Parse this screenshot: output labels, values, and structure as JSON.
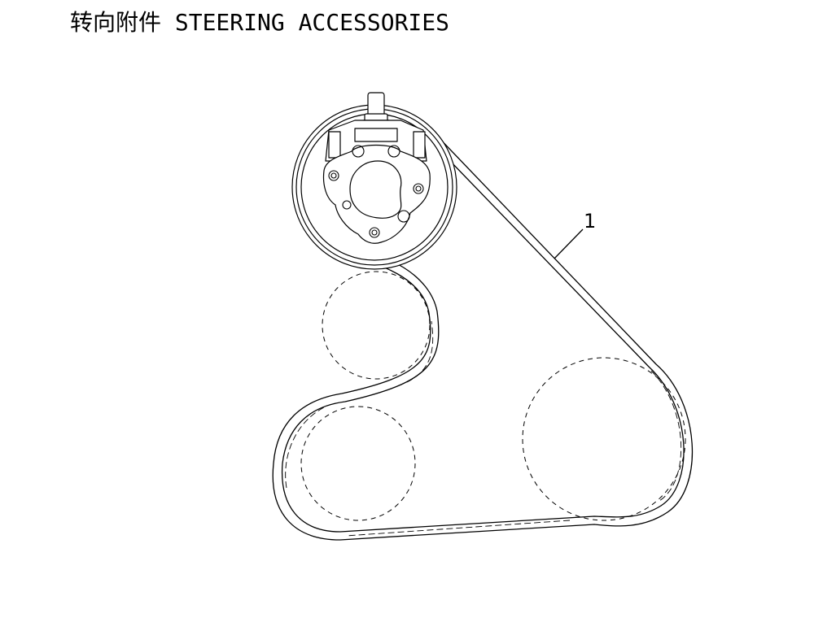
{
  "document": {
    "title": "转向附件 STEERING ACCESSORIES"
  },
  "diagram": {
    "callouts": [
      {
        "number": "1",
        "part": "belt"
      }
    ],
    "colors": {
      "line": "#000000",
      "background": "#ffffff"
    }
  }
}
